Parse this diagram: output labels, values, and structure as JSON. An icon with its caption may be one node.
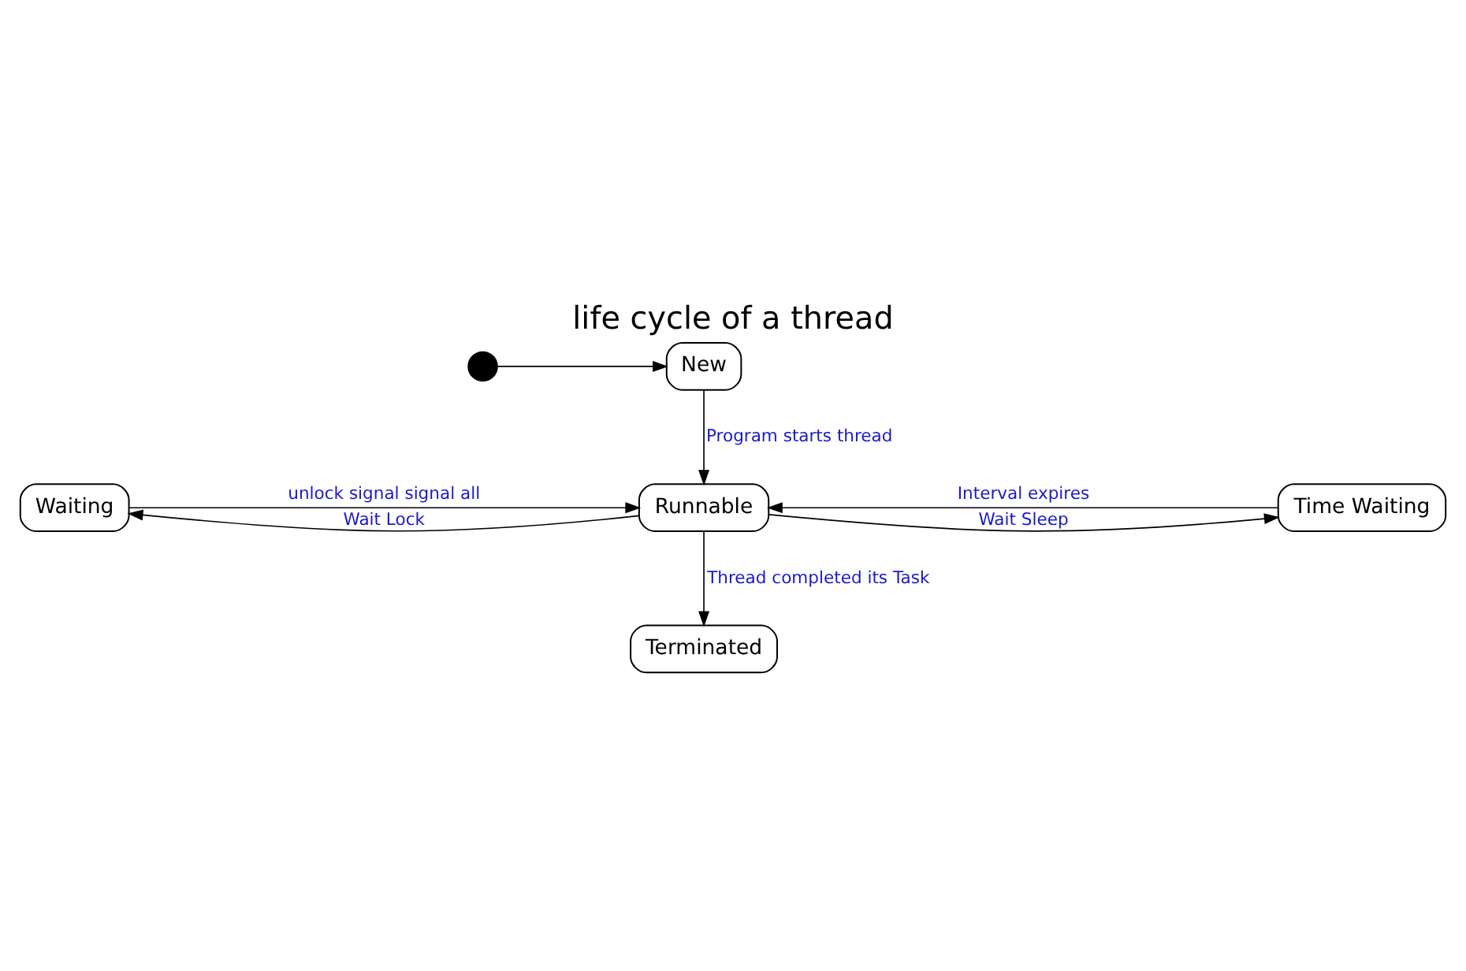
{
  "diagram": {
    "title": "life cycle of a thread",
    "nodes": [
      {
        "text": [],
        "shape": "circle"
      },
      {
        "text": [
          "New"
        ]
      },
      {
        "text": [
          "Waiting"
        ]
      },
      {
        "text": [
          "Runnable"
        ]
      },
      {
        "text": [
          "Time Waiting"
        ]
      },
      {
        "text": [
          "Terminated"
        ]
      }
    ],
    "edges": [
      {
        "from": 0,
        "to": 1,
        "arrow": "to"
      },
      {
        "from": 1,
        "to": 3,
        "arrow": "to",
        "label": "Program starts thread"
      },
      {
        "from": 2,
        "to": 3,
        "arrow": "to",
        "label": "unlock signal signal all"
      },
      {
        "from": 3,
        "to": 2,
        "arrow": "to",
        "label": "Wait Lock"
      },
      {
        "from": 3,
        "to": 4,
        "arrow": "to",
        "label": "Wait Sleep"
      },
      {
        "from": 4,
        "to": 3,
        "arrow": "to",
        "label": "Interval expires"
      },
      {
        "from": 3,
        "to": 5,
        "arrow": "to",
        "label": "Thread completed its Task"
      }
    ]
  }
}
